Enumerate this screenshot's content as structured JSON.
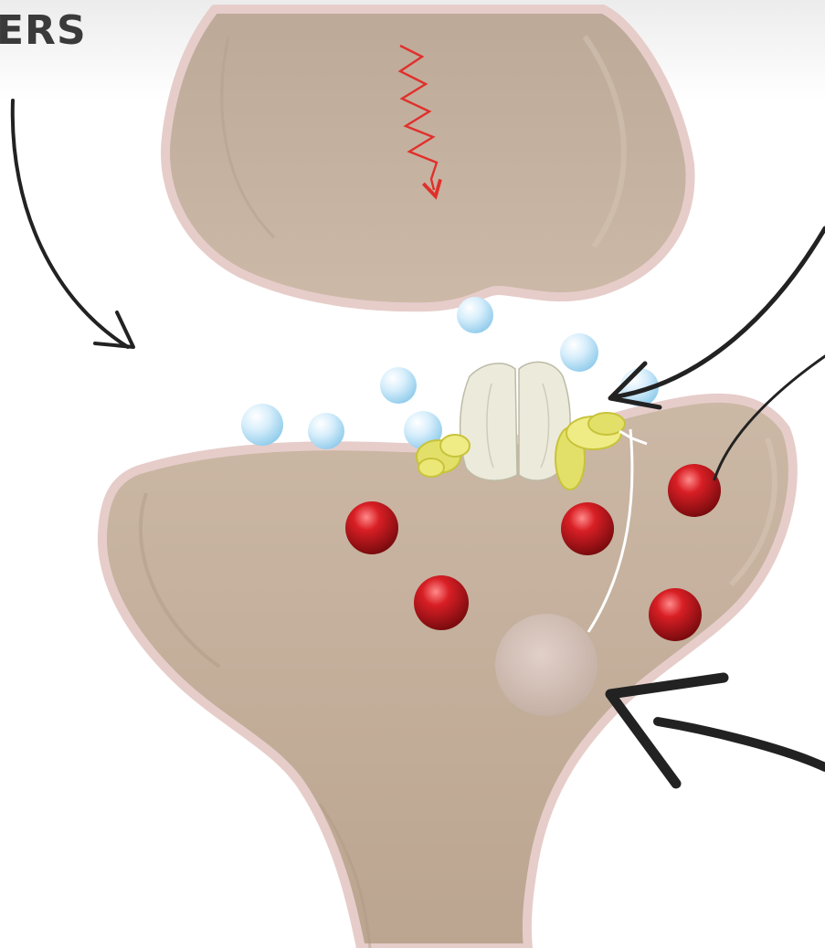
{
  "caption": {
    "text": "ERS"
  },
  "colors": {
    "background": "#ffffff",
    "neuron": "#c8b6a4",
    "neuron_edge": "#e3c9c4",
    "signal": "#e0302c",
    "neurotransmitter": "#bfe3f5",
    "receptor": "#ece9da",
    "receptor_subunit": "#e8e35a",
    "red_molecule": "#c4161c",
    "arrow": "#222222"
  },
  "icons": [
    "wavy-signal-arrow",
    "curved-pointer-arrow",
    "vesicle-sphere",
    "ion-channel-receptor"
  ]
}
